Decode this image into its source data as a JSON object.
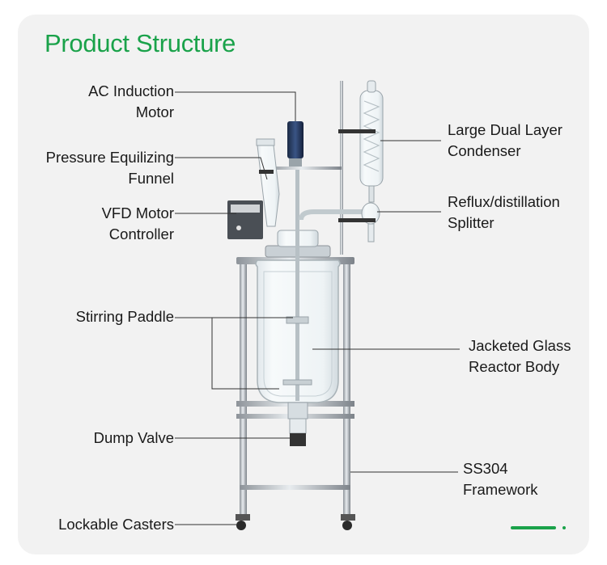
{
  "title": "Product Structure",
  "labels": {
    "motor": [
      "AC Induction",
      "Motor"
    ],
    "funnel": [
      "Pressure Equilizing",
      "Funnel"
    ],
    "vfd": [
      "VFD Motor",
      "Controller"
    ],
    "paddle": [
      "Stirring Paddle"
    ],
    "dump": [
      "Dump Valve"
    ],
    "casters": [
      "Lockable Casters"
    ],
    "condenser": [
      "Large Dual Layer",
      "Condenser"
    ],
    "splitter": [
      "Reflux/distillation",
      "Splitter"
    ],
    "body": [
      "Jacketed Glass",
      "Reactor Body"
    ],
    "frame": [
      "SS304",
      "Framework"
    ]
  },
  "colors": {
    "accent": "#1aa24a",
    "card": "#f2f2f2",
    "leader": "#333333"
  },
  "icons": {
    "reactor": "glass-reactor-illustration"
  }
}
